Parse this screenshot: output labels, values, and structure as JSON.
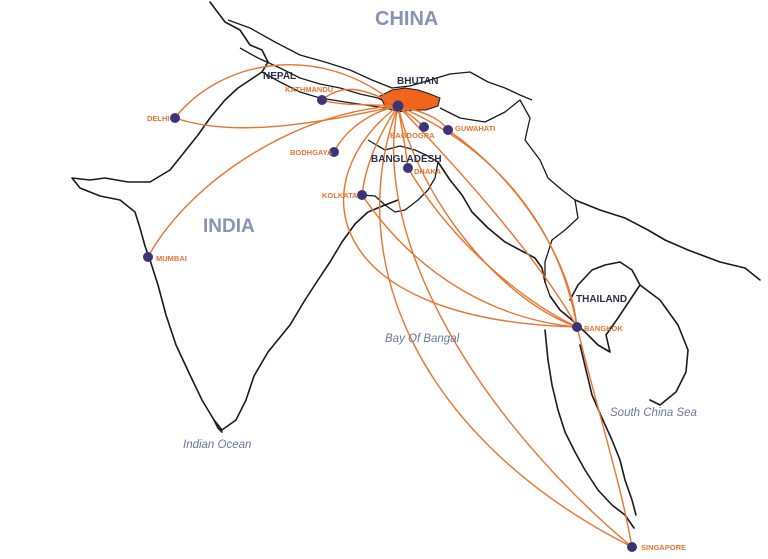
{
  "colors": {
    "route": "#e8742e",
    "highlight_country": "#f0641e",
    "city_marker": "#3b3578",
    "country_label": "#8a93b5",
    "water_label": "#6d7799"
  },
  "labels": {
    "china": "CHINA",
    "india": "INDIA",
    "nepal": "NEPAL",
    "bhutan": "BHUTAN",
    "bangladesh": "BANGLADESH",
    "thailand": "THAILAND",
    "bay": "Bay Of Bangal",
    "indian_ocean": "Indian Ocean",
    "south_china_sea": "South China Sea"
  },
  "cities": {
    "delhi": "DELHI",
    "kathmandu": "KATHMANDU",
    "bagdogra": "BAGDOGRA",
    "guwahati": "GUWAHATI",
    "bodhgaya": "BODHGAYA",
    "dhaka": "DHAKA",
    "kolkata": "KOLKATA",
    "mumbai": "MUMBAI",
    "bangkok": "BANGKOK",
    "singapore": "SINGAPORE"
  },
  "highlighted_country": "BHUTAN",
  "hub_city_icon": "paro-hub-marker"
}
